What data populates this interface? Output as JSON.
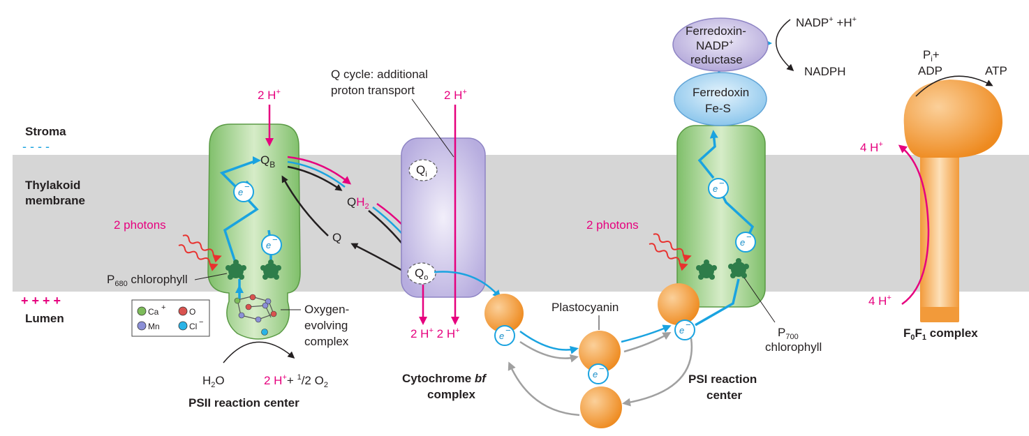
{
  "regions": {
    "stroma": "Stroma",
    "thylakoid_1": "Thylakoid",
    "thylakoid_2": "membrane",
    "lumen": "Lumen",
    "plus_signs": "+ + + +",
    "minus_signs": "- - - -"
  },
  "psii": {
    "label": "PSII reaction center",
    "photons": "2 photons",
    "p680_p": "P",
    "p680_sub": "680",
    "p680_rest": " chlorophyll",
    "h_top": "2 H",
    "h_top_sup": "+",
    "qb_q": "Q",
    "qb_sub": "B",
    "electron": "e",
    "electron_sup": "−",
    "oec_1": "Oxygen-",
    "oec_2": "evolving",
    "oec_3": "complex",
    "water_h": "H",
    "water_sub": "2",
    "water_o": "O",
    "products_1": "2 H",
    "products_sup": "+",
    "products_2": "+ ",
    "half_num": "1",
    "half_slash": "/2 O",
    "o2_sub": "2"
  },
  "legend": {
    "ca": "Ca",
    "ca_sup": "+",
    "o": "O",
    "mn": "Mn",
    "cl": "Cl",
    "cl_sup": "−",
    "colors": {
      "ca": "#7dbb5a",
      "o": "#d9534f",
      "mn": "#8b8fd6",
      "cl": "#2ab3e6"
    }
  },
  "quinone": {
    "qh2_q": "Q",
    "qh2_h": "H",
    "qh2_sub": "2",
    "q": "Q",
    "qcycle_1": "Q cycle: additional",
    "qcycle_2": "proton transport"
  },
  "cytbf": {
    "label_1": "Cytochrome ",
    "label_bf": "bf",
    "label_2": "complex",
    "h_top": "2 H",
    "h_top_sup": "+",
    "h_bot_1": "2 H",
    "h_bot_2": "2 H",
    "h_bot_sup": "+",
    "qi_q": "Q",
    "qi_sub": "i",
    "qo_q": "Q",
    "qo_sub": "o"
  },
  "plastocyanin": {
    "label": "Plastocyanin"
  },
  "psi": {
    "label_1": "PSI reaction",
    "label_2": "center",
    "photons": "2 photons",
    "p700_p": "P",
    "p700_sub": "700",
    "p700_2": "chlorophyll"
  },
  "ferredoxin": {
    "label_1": "Ferredoxin",
    "label_2": "Fe-S"
  },
  "fnr": {
    "label_1": "Ferredoxin-",
    "label_2a": "NADP",
    "label_2sup": "+",
    "label_3": "reductase",
    "nadp_1": "NADP",
    "nadp_sup": "+",
    "nadp_2": " +H",
    "nadp_sup2": "+",
    "nadph": "NADPH"
  },
  "atpsynth": {
    "label_f": "F",
    "label_sub0": "0",
    "label_f2": "F",
    "label_sub1": "1",
    "label_rest": " complex",
    "h_top": "4 H",
    "h_top_sup": "+",
    "h_bot": "4 H",
    "h_bot_sup": "+",
    "pi_p": "P",
    "pi_sub": "i",
    "pi_plus": "+",
    "adp": "ADP",
    "atp": "ATP"
  },
  "colors": {
    "membrane": "#d6d6d6",
    "proton": "#e6007e",
    "electron_path": "#1aa3e0",
    "psii_green": "#a6d28f",
    "cyt_purple": "#c7c0e6",
    "plastocyanin_orange": "#f39a33",
    "ferredoxin_blue": "#a9d4f0",
    "fnr_purple": "#c8bfe3",
    "atp_orange": "#f6a347",
    "photon_red": "#e8322f"
  }
}
